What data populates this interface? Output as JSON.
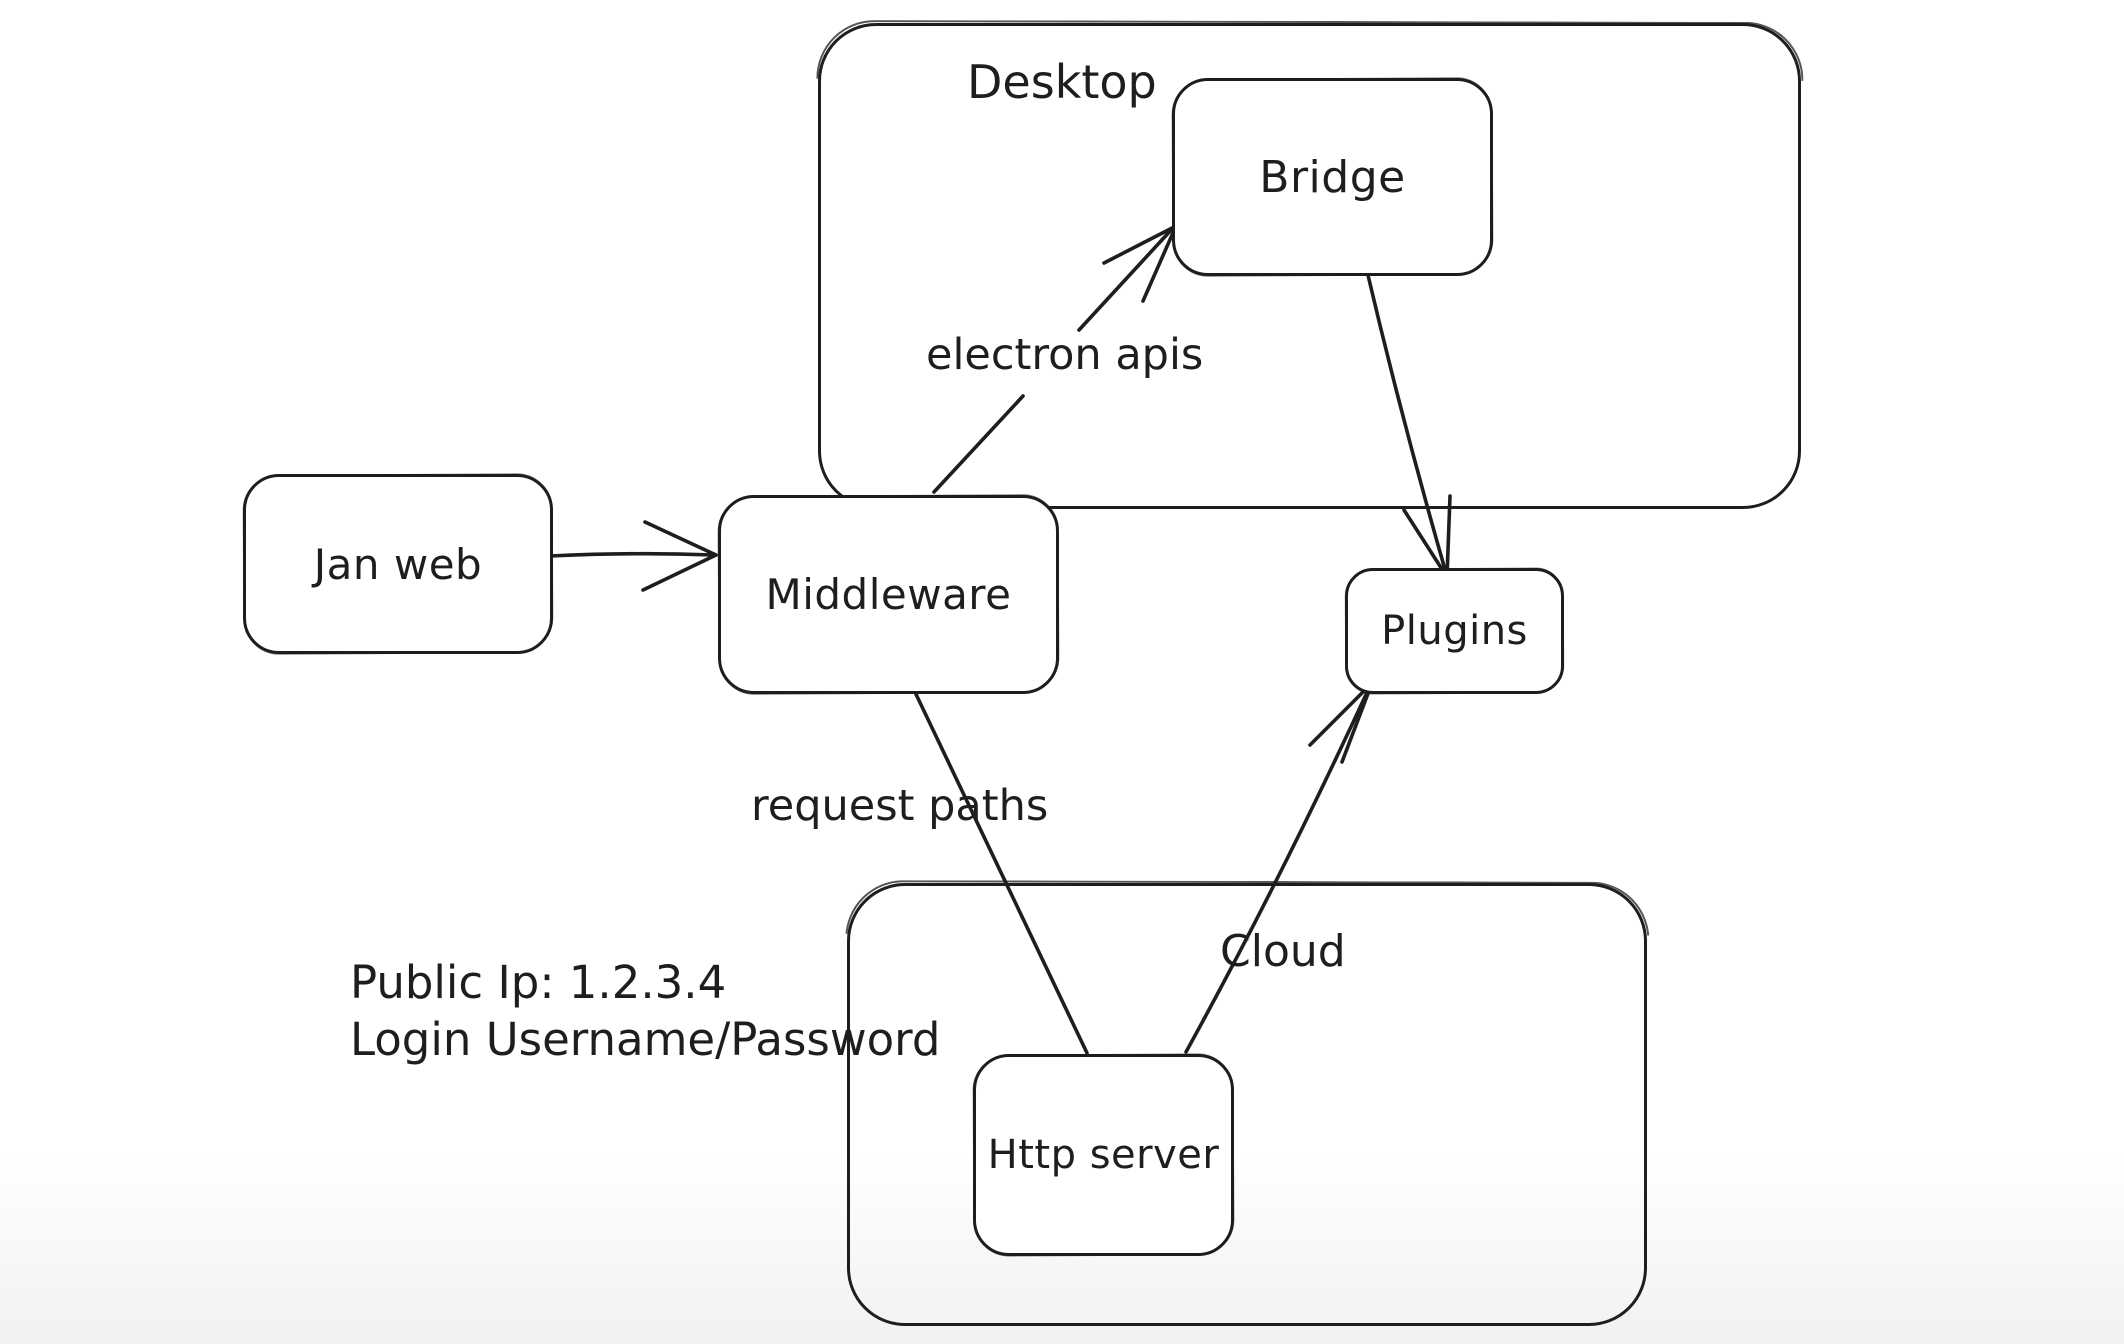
{
  "canvas": {
    "background": "#ffffff",
    "stroke_color": "#1e1e1e",
    "style": "hand-drawn whiteboard sketch"
  },
  "containers": {
    "desktop": {
      "label": "Desktop"
    },
    "cloud": {
      "label": "Cloud"
    }
  },
  "nodes": {
    "jan_web": {
      "label": "Jan web"
    },
    "middleware": {
      "label": "Middleware"
    },
    "bridge": {
      "label": "Bridge"
    },
    "plugins": {
      "label": "Plugins"
    },
    "http_server": {
      "label": "Http server"
    }
  },
  "edge_labels": {
    "electron_apis": "electron apis",
    "request_paths": "request paths"
  },
  "edges": [
    {
      "from": "jan_web",
      "to": "middleware",
      "arrow": true
    },
    {
      "from": "middleware",
      "to": "bridge",
      "arrow": true,
      "label": "electron apis"
    },
    {
      "from": "bridge",
      "to": "plugins",
      "arrow": true
    },
    {
      "from": "middleware",
      "to": "http_server",
      "arrow": false,
      "label": "request paths"
    },
    {
      "from": "http_server",
      "to": "plugins",
      "arrow": true
    }
  ],
  "annotations": {
    "public_ip": "Public Ip: 1.2.3.4",
    "login": "Login Username/Password"
  }
}
